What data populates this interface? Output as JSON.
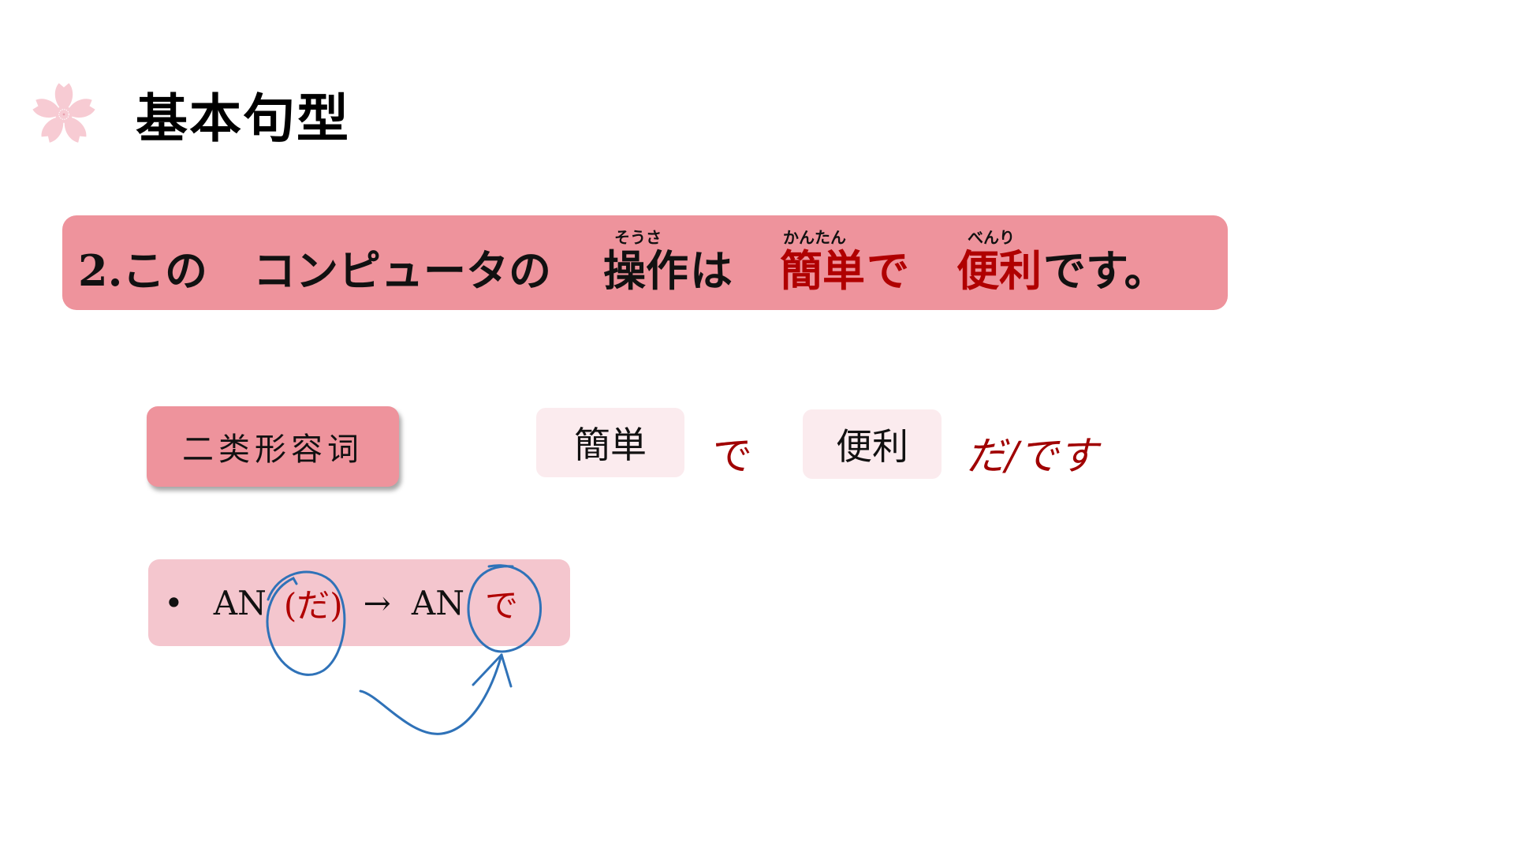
{
  "header": {
    "icon": "sakura-flower-icon",
    "title": "基本句型"
  },
  "banner": {
    "number": "2.",
    "part1": "この",
    "part2": "コンピュータの",
    "word1": "操作",
    "word1_ruby": "そうさ",
    "part3": "は",
    "word2": "簡単",
    "word2_ruby": "かんたん",
    "part4": "で",
    "word3": "便利",
    "word3_ruby": "べんり",
    "part5": "です。"
  },
  "grammar": {
    "category": "二类形容词",
    "box1": "簡単",
    "connector": "で",
    "box2": "便利",
    "ending": "だ/です"
  },
  "rule": {
    "bullet": "•",
    "left_an": "AN",
    "left_particle": "(だ)",
    "arrow": "→",
    "right_an": "AN",
    "right_particle": "で"
  },
  "colors": {
    "banner_bg": "#ee939c",
    "highlight_red": "#b00000",
    "word_box_bg": "#fbebee",
    "rule_bg": "#f4c6ce",
    "annotation_blue": "#2f72b8",
    "sakura_pink": "#f7c9d1"
  }
}
